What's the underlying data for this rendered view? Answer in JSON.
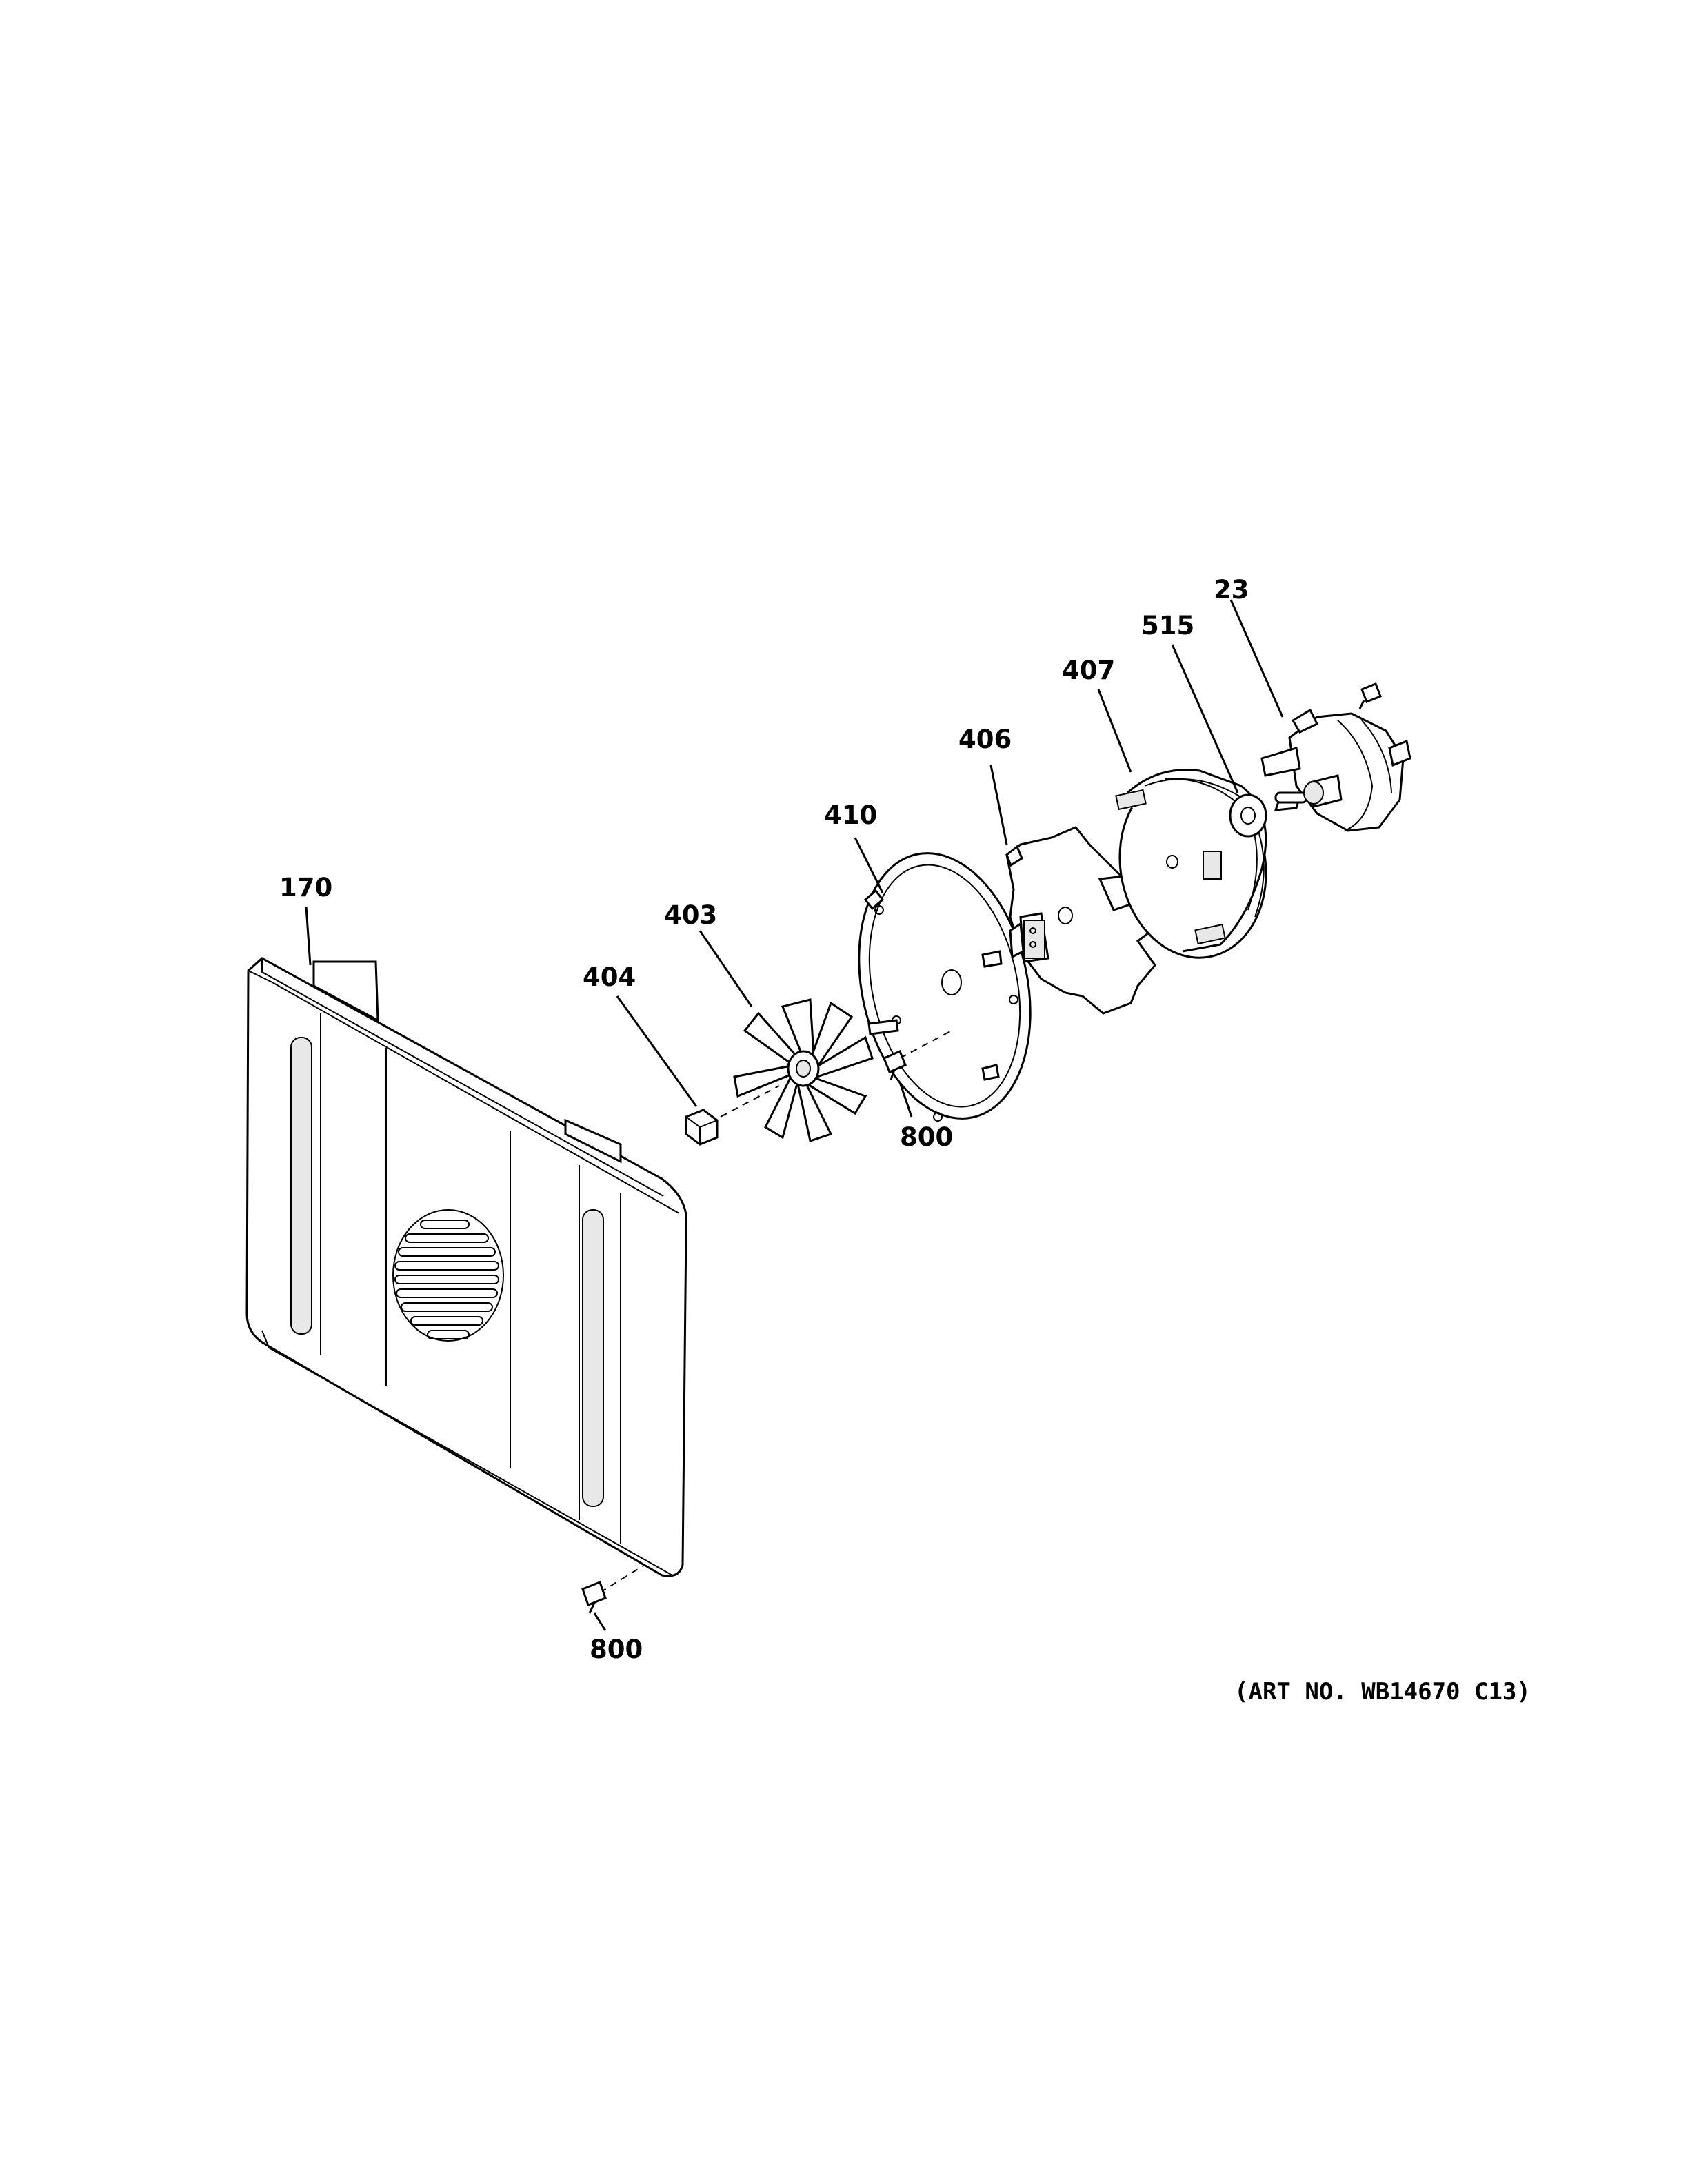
{
  "callouts": {
    "p23": "23",
    "p515": "515",
    "p407": "407",
    "p406": "406",
    "p410": "410",
    "p403": "403",
    "p404": "404",
    "p170": "170",
    "p800_upper": "800",
    "p800_lower": "800"
  },
  "art_number": "(ART NO. WB14670 C13)"
}
